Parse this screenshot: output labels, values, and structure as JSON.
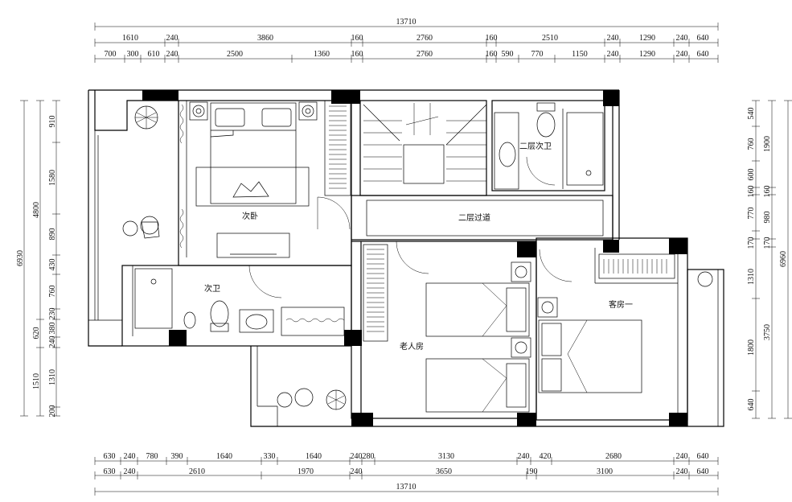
{
  "rooms": {
    "second_bedroom": "次卧",
    "second_bath_left": "次卫",
    "second_floor_bath": "二层次卫",
    "corridor": "二层过道",
    "elder_room": "老人房",
    "guest_room": "客房一"
  },
  "dimensions": {
    "top_total": "13710",
    "top_row1": [
      "1610",
      "240",
      "3860",
      "160",
      "2760",
      "160",
      "2510",
      "240",
      "1290",
      "240",
      "640"
    ],
    "top_row2": [
      "700",
      "300",
      "610",
      "240",
      "2500",
      "1360",
      "160",
      "2760",
      "160",
      "590",
      "770",
      "1150",
      "240",
      "1290",
      "240",
      "640"
    ],
    "bottom_row1": [
      "630",
      "240",
      "780",
      "390",
      "1640",
      "330",
      "1640",
      "240",
      "280",
      "3130",
      "240",
      "420",
      "2680",
      "240",
      "640"
    ],
    "bottom_row2": [
      "630",
      "240",
      "2610",
      "1970",
      "240",
      "3650",
      "190",
      "3100",
      "240",
      "640"
    ],
    "bottom_total": "13710",
    "left_total": "6930",
    "left_outer": [
      "4800",
      "620",
      "1510"
    ],
    "left_inner": [
      "910",
      "1580",
      "890",
      "430",
      "760",
      "230",
      "380",
      "240",
      "1310",
      "200"
    ],
    "right_total": "6960",
    "right_outer": [
      "1900",
      "160",
      "980",
      "170",
      "3750"
    ],
    "right_inner": [
      "540",
      "760",
      "600",
      "160",
      "770",
      "170",
      "1310",
      "1800",
      "640"
    ]
  }
}
